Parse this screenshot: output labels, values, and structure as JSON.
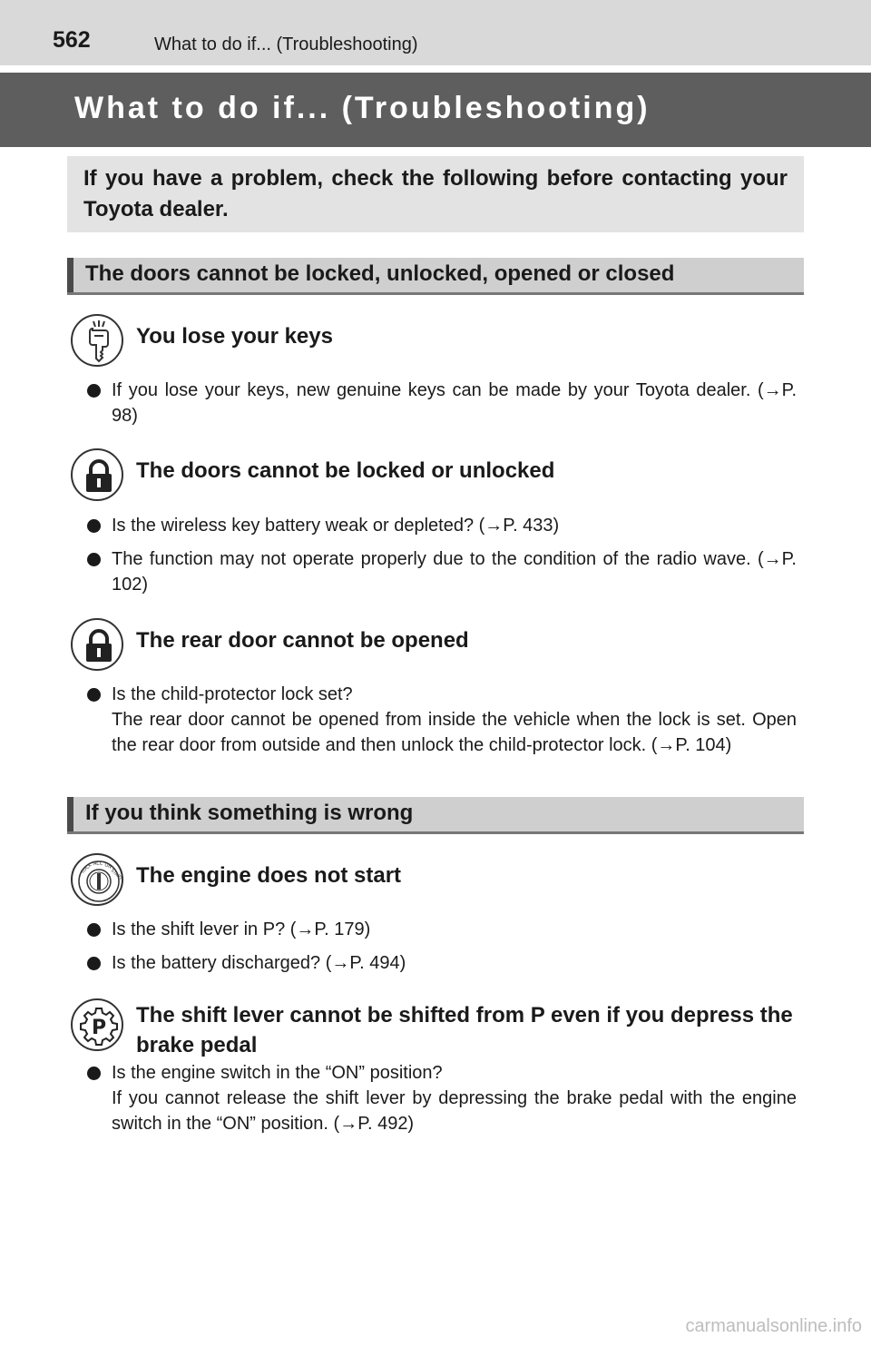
{
  "header": {
    "page_number": "562",
    "running_title": "What to do if... (Troubleshooting)"
  },
  "title": "What to do if... (Troubleshooting)",
  "intro": "If you have a problem, check the following before contacting your Toyota dealer.",
  "sections": [
    {
      "heading": "The doors cannot be locked, unlocked, opened or closed",
      "items": [
        {
          "icon": "key-icon",
          "subheading": "You lose your keys",
          "bullets": [
            {
              "text": "If you lose your keys, new genuine keys can be made by your Toyota dealer. (→P. 98)"
            }
          ]
        },
        {
          "icon": "padlock-icon",
          "subheading": "The doors cannot be locked or unlocked",
          "bullets": [
            {
              "text": "Is the wireless key battery weak or depleted? (→P. 433)"
            },
            {
              "text": "The function may not operate properly due to the condition of the radio wave. (→P. 102)"
            }
          ]
        },
        {
          "icon": "padlock-icon",
          "subheading": "The rear door cannot be opened",
          "bullets": [
            {
              "question": "Is the child-protector lock set?",
              "text": "The rear door cannot be opened from inside the vehicle when the lock is set. Open the rear door from outside and then unlock the child-protector lock. (→P. 104)"
            }
          ]
        }
      ]
    },
    {
      "heading": "If you think something is wrong",
      "items": [
        {
          "icon": "ignition-switch-icon",
          "subheading": "The engine does not start",
          "bullets": [
            {
              "text": "Is the shift lever in P? (→P. 179)"
            },
            {
              "text": "Is the battery discharged? (→P. 494)"
            }
          ]
        },
        {
          "icon": "park-gear-icon",
          "subheading": "The shift lever cannot be shifted from P even if you depress the brake pedal",
          "bullets": [
            {
              "question": "Is the engine switch in the “ON” position?",
              "text": "If you cannot release the shift lever by depressing the brake pedal with the engine switch in the “ON” position. (→P. 492)"
            }
          ]
        }
      ]
    }
  ],
  "ignition_icon_labels": [
    "LOCK",
    "ACC",
    "ON",
    "START"
  ],
  "park_icon_letter": "P",
  "watermark": "carmanualsonline.info"
}
